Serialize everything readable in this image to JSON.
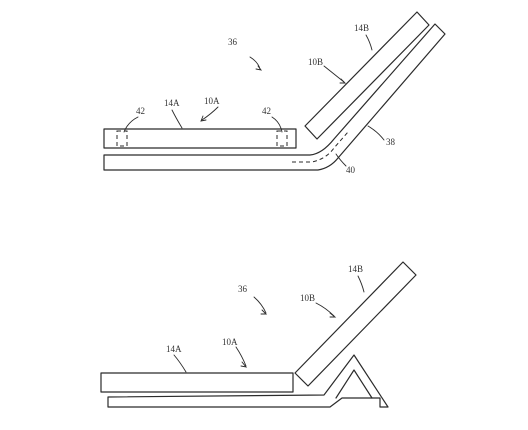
{
  "figure_top": {
    "labels": {
      "assembly": "36",
      "device_a_housing": "14A",
      "device_a": "10A",
      "device_b_housing": "14B",
      "device_b": "10B",
      "magnet_left": "42",
      "magnet_right": "42",
      "cover": "38",
      "hinge": "40"
    }
  },
  "figure_bottom": {
    "labels": {
      "assembly": "36",
      "device_a_housing": "14A",
      "device_a": "10A",
      "device_b_housing": "14B",
      "device_b": "10B"
    }
  },
  "colors": {
    "line": "#2b2b2b",
    "background": "#ffffff"
  }
}
